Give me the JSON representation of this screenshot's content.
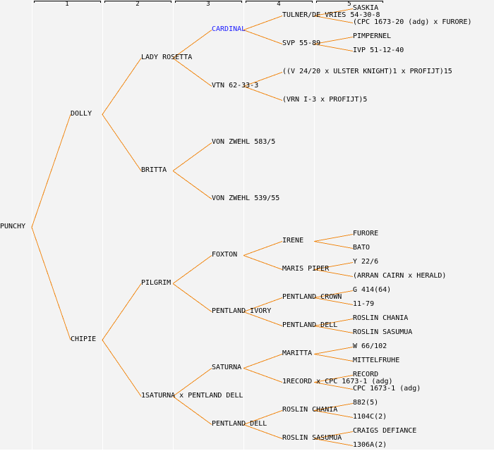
{
  "colors": {
    "link": "#f08a18",
    "highlight": "#1a1aff",
    "text": "#000000",
    "background": "#f3f3f3"
  },
  "generation_headers": [
    "1",
    "2",
    "3",
    "4",
    "5"
  ],
  "pedigree": {
    "name": "PUNCHY",
    "children": [
      {
        "name": "DOLLY",
        "children": [
          {
            "name": "LADY ROSETTA",
            "children": [
              {
                "name": "CARDINAL",
                "highlight": true,
                "children": [
                  {
                    "name": "TULNER/DE VRIES 54-30-8",
                    "children": [
                      {
                        "name": "SASKIA"
                      },
                      {
                        "name": "(CPC 1673-20 (adg) x FURORE)"
                      }
                    ]
                  },
                  {
                    "name": "SVP 55-89",
                    "children": [
                      {
                        "name": "PIMPERNEL"
                      },
                      {
                        "name": "IVP 51-12-40"
                      }
                    ]
                  }
                ]
              },
              {
                "name": "VTN 62-33-3",
                "children": [
                  {
                    "name": "((V 24/20 x ULSTER KNIGHT)1 x PROFIJT)15"
                  },
                  {
                    "name": "(VRN I-3 x PROFIJT)5"
                  }
                ]
              }
            ]
          },
          {
            "name": "BRITTA",
            "children": [
              {
                "name": "VON ZWEHL 583/5"
              },
              {
                "name": "VON ZWEHL 539/55"
              }
            ]
          }
        ]
      },
      {
        "name": "CHIPIE",
        "children": [
          {
            "name": "PILGRIM",
            "children": [
              {
                "name": "FOXTON",
                "children": [
                  {
                    "name": "IRENE",
                    "children": [
                      {
                        "name": "FURORE"
                      },
                      {
                        "name": "BATO"
                      }
                    ]
                  },
                  {
                    "name": "MARIS PIPER",
                    "children": [
                      {
                        "name": "Y 22/6"
                      },
                      {
                        "name": "(ARRAN CAIRN x HERALD)"
                      }
                    ]
                  }
                ]
              },
              {
                "name": "PENTLAND IVORY",
                "children": [
                  {
                    "name": "PENTLAND CROWN",
                    "children": [
                      {
                        "name": "G 414(64)"
                      },
                      {
                        "name": "11-79"
                      }
                    ]
                  },
                  {
                    "name": "PENTLAND DELL",
                    "children": [
                      {
                        "name": "ROSLIN CHANIA"
                      },
                      {
                        "name": "ROSLIN SASUMUA"
                      }
                    ]
                  }
                ]
              }
            ]
          },
          {
            "name": "1SATURNA x PENTLAND DELL",
            "children": [
              {
                "name": "SATURNA",
                "children": [
                  {
                    "name": "MARITTA",
                    "children": [
                      {
                        "name": "W 66/102"
                      },
                      {
                        "name": "MITTELFRUHE"
                      }
                    ]
                  },
                  {
                    "name": "1RECORD x CPC 1673-1 (adg)",
                    "children": [
                      {
                        "name": "RECORD"
                      },
                      {
                        "name": "CPC 1673-1 (adg)"
                      }
                    ]
                  }
                ]
              },
              {
                "name": "PENTLAND DELL",
                "children": [
                  {
                    "name": "ROSLIN CHANIA",
                    "children": [
                      {
                        "name": "882(5)"
                      },
                      {
                        "name": "1104C(2)"
                      }
                    ]
                  },
                  {
                    "name": "ROSLIN SASUMUA",
                    "children": [
                      {
                        "name": "CRAIGS DEFIANCE"
                      },
                      {
                        "name": "1306A(2)"
                      }
                    ]
                  }
                ]
              }
            ]
          }
        ]
      }
    ]
  }
}
